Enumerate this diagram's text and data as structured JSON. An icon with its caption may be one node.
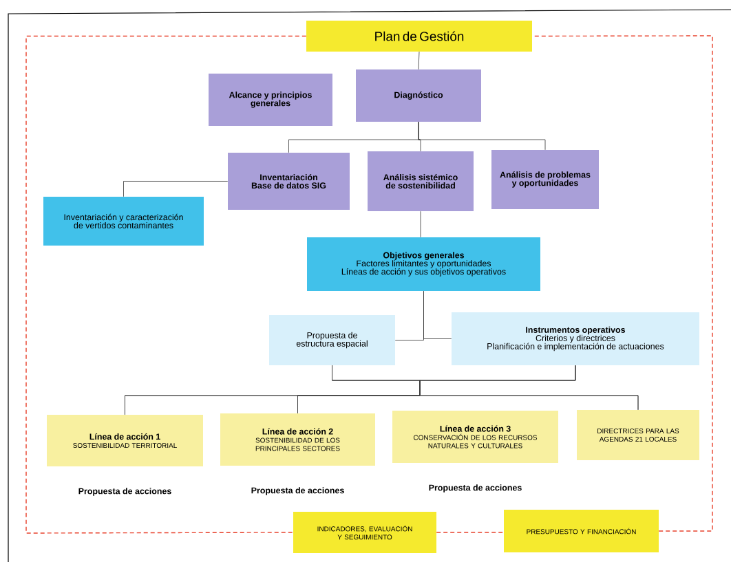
{
  "diagram": {
    "nodes": [
      {
        "text": [
          "Plan de Gestión"
        ]
      },
      {
        "text": [
          "Alcance y principios generales"
        ]
      },
      {
        "text": [
          "Diagnóstico"
        ]
      },
      {
        "text": [
          "Inventariación Base de datos SIG"
        ]
      },
      {
        "text": [
          "Análisis sistémico de sostenibilidad"
        ]
      },
      {
        "text": [
          "Análisis de problemas y oportunidades"
        ]
      },
      {
        "text": [
          "Inventariación y caracterización de vertidos contaminantes"
        ]
      },
      {
        "text": [
          "Objetivos generales",
          "Factores limitantes y oportunidades",
          "Líneas de acción y sus objetivos operativos"
        ]
      },
      {
        "text": [
          "Propuesta de estructura espacial"
        ]
      },
      {
        "text": [
          "Instrumentos operativos",
          "Criterios y directrices",
          "Planificación e implementación de actuaciones"
        ]
      },
      {
        "text": [
          "Línea de acción 1",
          "SOSTENIBILIDAD TERRITORIAL"
        ],
        "beside": [
          "Propuesta de acciones"
        ]
      },
      {
        "text": [
          "Línea de acción 2",
          "SOSTENIBILIDAD DE LOS PRINCIPALES SECTORES"
        ],
        "beside": [
          "Propuesta de acciones"
        ]
      },
      {
        "text": [
          "Línea de acción 3",
          "CONSERVACIÓN DE LOS RECURSOS NATURALES Y CULTURALES"
        ],
        "beside": [
          "Propuesta de acciones"
        ]
      },
      {
        "text": [
          "DIRECTRICES PARA LAS AGENDAS 21 LOCALES"
        ]
      },
      {
        "text": [
          "INDICADORES, EVALUACIÓN Y SEGUIMIENTO"
        ]
      },
      {
        "text": [
          "PRESUPUESTO Y FINANCIACIÓN"
        ]
      }
    ],
    "edges": [
      {
        "from": 0,
        "to": 2,
        "arrow": "none"
      },
      {
        "from": 2,
        "to": 3,
        "arrow": "none"
      },
      {
        "from": 2,
        "to": 4,
        "arrow": "none"
      },
      {
        "from": 2,
        "to": 5,
        "arrow": "none"
      },
      {
        "from": 3,
        "to": 6,
        "arrow": "none"
      },
      {
        "from": 4,
        "to": 7,
        "arrow": "none"
      },
      {
        "from": 7,
        "to": 8,
        "arrow": "none"
      },
      {
        "from": 7,
        "to": 9,
        "arrow": "none"
      },
      {
        "from": 8,
        "to": 10,
        "arrow": "none"
      },
      {
        "from": 8,
        "to": 11,
        "arrow": "none"
      },
      {
        "from": 8,
        "to": 13,
        "arrow": "none"
      },
      {
        "from": 9,
        "to": 10,
        "arrow": "none"
      },
      {
        "from": 9,
        "to": 11,
        "arrow": "none"
      },
      {
        "from": 9,
        "to": 13,
        "arrow": "none"
      },
      {
        "from": 0,
        "to": 14,
        "arrow": "none",
        "style": "dashed",
        "color": "#e8412c"
      },
      {
        "from": 14,
        "to": 15,
        "arrow": "none",
        "style": "dashed",
        "color": "#e8412c"
      },
      {
        "from": 15,
        "to": 0,
        "arrow": "none",
        "style": "dashed",
        "color": "#e8412c"
      }
    ]
  }
}
